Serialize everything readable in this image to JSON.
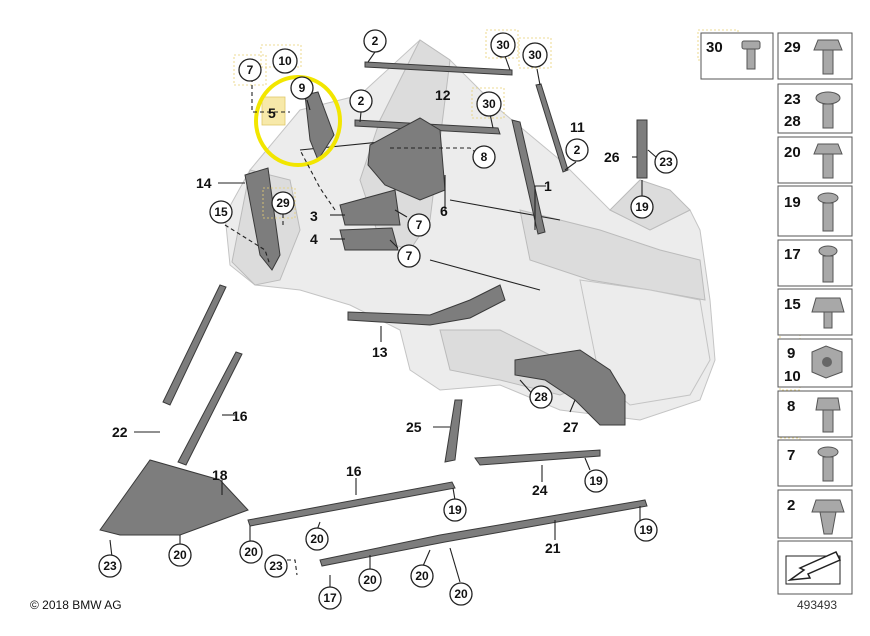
{
  "copyright": "© 2018 BMW AG",
  "diagram_id": "493493",
  "highlight_ring_color": "#f2e600",
  "highlight_box_color": "#f7e9a9",
  "labels": {
    "l1": "1",
    "l3": "3",
    "l4": "4",
    "l5": "5",
    "l6": "6",
    "l11": "11",
    "l12": "12",
    "l13": "13",
    "l14": "14",
    "l16a": "16",
    "l16b": "16",
    "l18": "18",
    "l21": "21",
    "l22": "22",
    "l24": "24",
    "l25": "25",
    "l26": "26",
    "l27": "27"
  },
  "callouts": {
    "c2a": "2",
    "c2b": "2",
    "c2c": "2",
    "c7a": "7",
    "c7b": "7",
    "c7c": "7",
    "c8": "8",
    "c9": "9",
    "c10": "10",
    "c15": "15",
    "c17a": "17",
    "c19a": "19",
    "c19b": "19",
    "c19c": "19",
    "c19d": "19",
    "c20a": "20",
    "c20b": "20",
    "c20c": "20",
    "c20d": "20",
    "c20e": "20",
    "c20f": "20",
    "c23a": "23",
    "c23b": "23",
    "c23c": "23",
    "c28": "28",
    "c29": "29",
    "c30a": "30",
    "c30b": "30",
    "c30c": "30"
  },
  "parts_panel": [
    {
      "left": "30",
      "right": "29"
    },
    {
      "left": "",
      "right": "23"
    },
    {
      "left": "",
      "right": "28"
    },
    {
      "left": "",
      "right": "20"
    },
    {
      "left": "",
      "right": "19"
    },
    {
      "left": "",
      "right": "17"
    },
    {
      "left": "",
      "right": "15"
    },
    {
      "left": "",
      "right": "9"
    },
    {
      "left": "",
      "right": "10"
    },
    {
      "left": "",
      "right": "8"
    },
    {
      "left": "",
      "right": "7"
    },
    {
      "left": "",
      "right": "2"
    }
  ],
  "fastener_icons": [
    "collar-bolt-icon",
    "hex-flange-bolt-icon",
    "torx-bolt-icon",
    "hex-nut-icon",
    "spreader-nut-icon"
  ],
  "arrow_icon": "direction-arrow-icon"
}
